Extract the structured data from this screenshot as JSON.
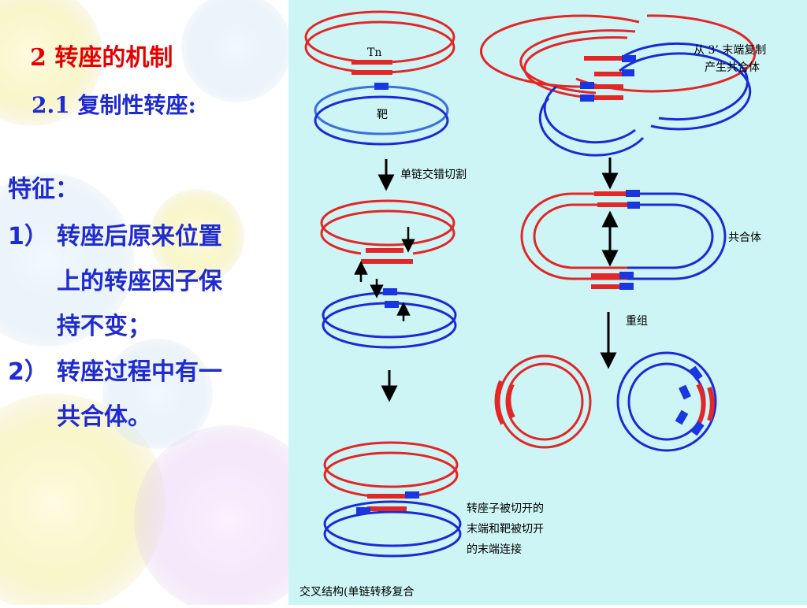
{
  "slide": {
    "title": "2  转座的机制",
    "subtitle": "2.1 复制性转座:",
    "features_heading": "特征：",
    "items": [
      {
        "num": "1）",
        "lines": [
          "转座后原来位置",
          "上的转座因子保",
          "持不变；"
        ]
      },
      {
        "num": "2）",
        "lines": [
          "转座过程中有一",
          "共合体。"
        ]
      }
    ]
  },
  "diagram": {
    "tn_label": "Tn",
    "target_label": "靶",
    "step1_label": "单链交错切割",
    "replicate_label_1": "从 3’ 末端复制",
    "replicate_label_2": "产生共合体",
    "cointegrate_label": "共合体",
    "recombination_label": "重组",
    "joining_label_1": "转座子被切开的",
    "joining_label_2": "末端和靶被切开",
    "joining_label_3": "的末端连接",
    "bottom_label": "交叉结构(单链转移复合"
  },
  "colors": {
    "accent_red": "#e60000",
    "text_blue": "#1f2bd1",
    "panel_bg": "#cdf5f6",
    "strand_red": "#e32626",
    "strand_blue": "#1a2bd6",
    "segment_blue": "#1a36e0"
  }
}
